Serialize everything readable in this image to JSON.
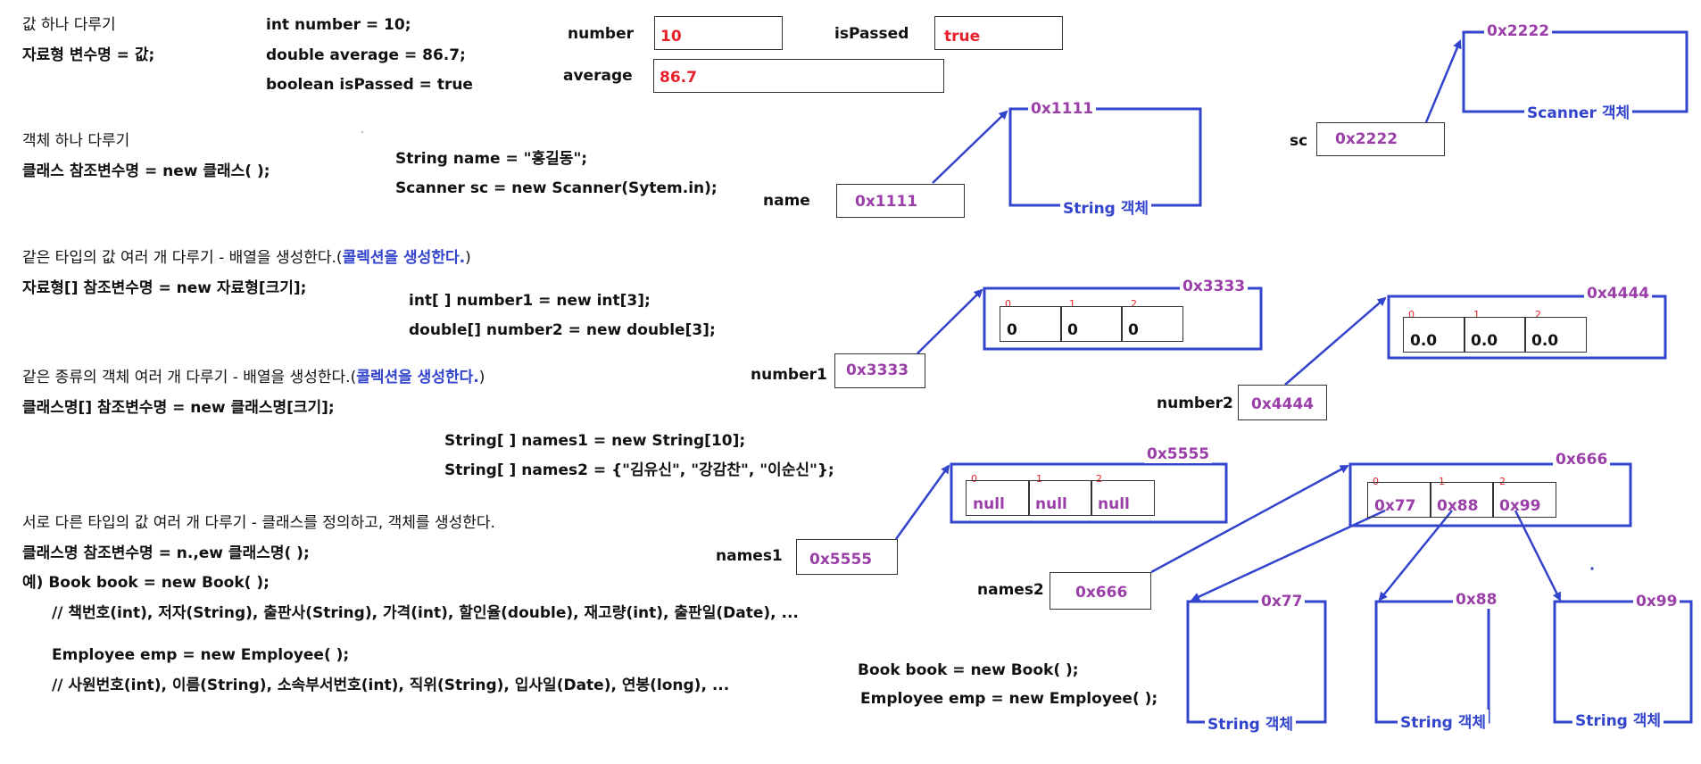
{
  "colors": {
    "accent_blue": "#3344cc",
    "value_red": "#e8202a",
    "address_purple": "#9a3fa8"
  },
  "sec1": {
    "title": "값 하나 다루기",
    "syntax": "자료형 변수명 = 값;",
    "code": [
      "int number  = 10;",
      "double average = 86.7;",
      "boolean isPassed = true"
    ],
    "vars": {
      "number": {
        "label": "number",
        "value": "10"
      },
      "isPassed": {
        "label": "isPassed",
        "value": "true"
      },
      "average": {
        "label": "average",
        "value": "86.7"
      }
    }
  },
  "sec2": {
    "title": "객체 하나 다루기",
    "syntax": "클래스 참조변수명 = new 클래스( );",
    "code": [
      "String name = \"홍길동\";",
      "Scanner sc = new Scanner(Sytem.in);"
    ],
    "name_var": {
      "label": "name",
      "value": "0x1111"
    },
    "string_obj": {
      "address": "0x1111",
      "label": "String 객체"
    },
    "sc_var": {
      "label": "sc",
      "value": "0x2222"
    },
    "scanner_obj": {
      "address": "0x2222",
      "label": "Scanner 객체"
    }
  },
  "sec3": {
    "title": "같은 타입의 값 여러 개 다루기 - 배열을 생성한다.(",
    "title_highlight": "콜렉션을 생성한다.",
    "title_end": ")",
    "syntax": "자료형[] 참조변수명 = new 자료형[크기];",
    "code": [
      "int[ ] number1 = new int[3];",
      "double[] number2 = new double[3];"
    ],
    "number1": {
      "label": "number1",
      "value": "0x3333",
      "address": "0x3333",
      "cells": [
        "0",
        "0",
        "0"
      ]
    },
    "number2": {
      "label": "number2",
      "value": "0x4444",
      "address": "0x4444",
      "cells": [
        "0.0",
        "0.0",
        "0.0"
      ]
    }
  },
  "sec4": {
    "title": "같은 종류의 객체 여러 개 다루기 - 배열을 생성한다.(",
    "title_highlight": "콜렉션을 생성한다.",
    "title_end": ")",
    "syntax": "클래스명[] 참조변수명 = new 클래스명[크기];",
    "code": [
      "String[ ] names1  = new String[10];",
      "String[ ] names2  = {\"김유신\", \"강감찬\", \"이순신\"};"
    ],
    "names1": {
      "label": "names1",
      "value": "0x5555",
      "address": "0x5555",
      "cells": [
        "null",
        "null",
        "null"
      ]
    },
    "names2": {
      "label": "names2",
      "value": "0x666",
      "address": "0x666",
      "cells": [
        "0x77",
        "0x88",
        "0x99"
      ]
    },
    "objects": [
      {
        "address": "0x77",
        "label": "String 객체"
      },
      {
        "address": "0x88",
        "label": "String 객체"
      },
      {
        "address": "0x99",
        "label": "String 객체"
      }
    ]
  },
  "indices": [
    "0",
    "1",
    "2"
  ],
  "sec5": {
    "title": "서로 다른 타입의 값 여러 개 다루기 - 클래스를 정의하고, 객체를 생성한다.",
    "syntax": "클래스명 참조변수명 = n.,ew 클래스명( );",
    "example1": "예) Book book = new Book( );",
    "comment1": "// 책번호(int), 저자(String), 출판사(String), 가격(int), 할인율(double), 재고량(int), 출판일(Date), ...",
    "example2": "Employee emp = new Employee( );",
    "comment2": "// 사원번호(int), 이름(String), 소속부서번호(int), 직위(String), 입사일(Date), 연봉(long), ...",
    "code": [
      "Book book = new Book( );",
      "Employee emp = new Employee( );"
    ]
  }
}
